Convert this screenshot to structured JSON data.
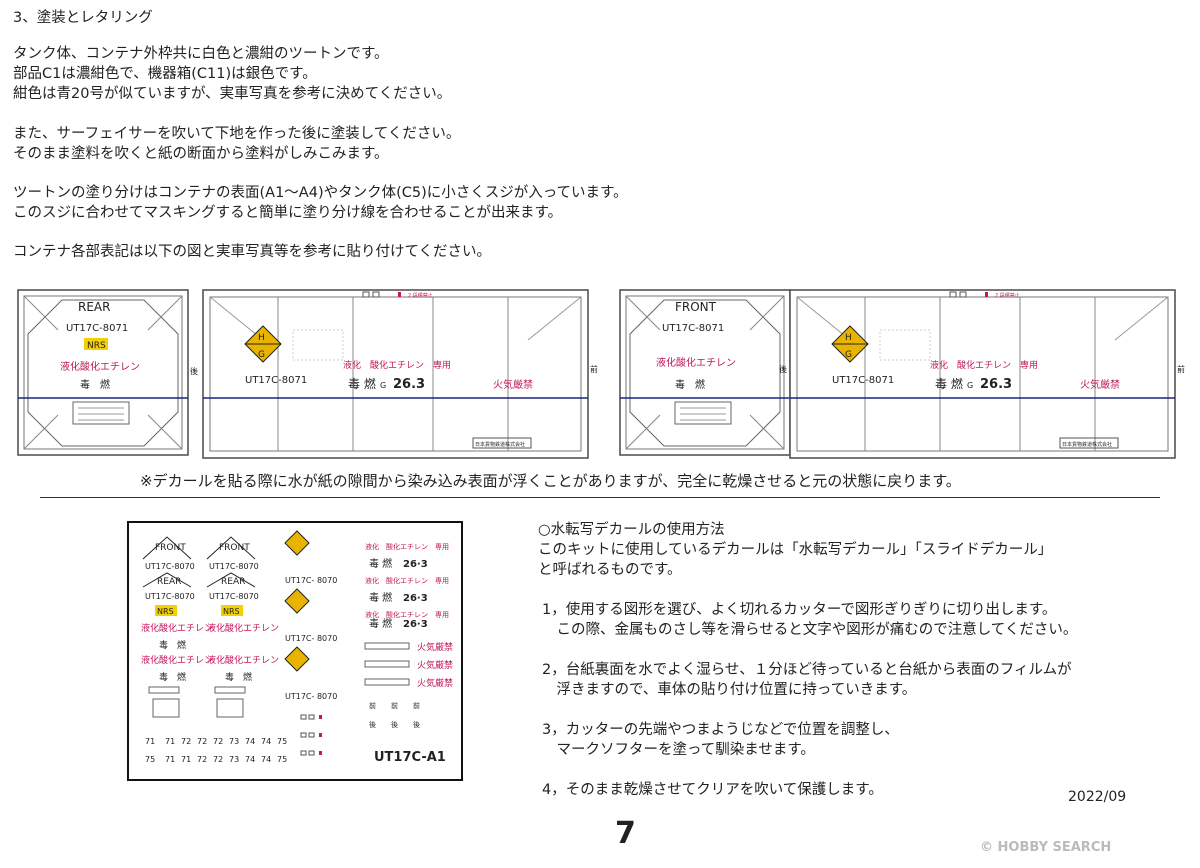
{
  "heading": "3、塗装とレタリング",
  "paragraphs": [
    "タンク体、コンテナ外枠共に白色と濃紺のツートンです。",
    "部品C1は濃紺色で、機器箱(C11)は銀色です。",
    "紺色は青20号が似ていますが、実車写真を参考に決めてください。",
    "また、サーフェイサーを吹いて下地を作った後に塗装してください。",
    "そのまま塗料を吹くと紙の断面から塗料がしみこみます。",
    "ツートンの塗り分けはコンテナの表面(A1～A4)やタンク体(C5)に小さくスジが入っています。",
    "このスジに合わせてマスキングすると簡単に塗り分け線を合わせることが出来ます。",
    "コンテナ各部表記は以下の図と実車写真等を参考に貼り付けてください。"
  ],
  "diagrams": {
    "rear_end": {
      "top_label": "REAR",
      "number": "UT17C-8071",
      "badge": "NRS",
      "cargo": "液化酸化エチレン",
      "hazard": "毒　燃"
    },
    "front_end": {
      "top_label": "FRONT",
      "number": "UT17C-8071",
      "cargo": "液化酸化エチレン",
      "hazard": "毒　燃"
    },
    "side": {
      "number": "UT17C-8071",
      "cargo": "液化　酸化エチレン　専用",
      "hazard": "毒 燃",
      "gas_mark": "G",
      "capacity": "26.3",
      "fire": "火気厳禁",
      "rear_mark": "後",
      "front_mark": "前",
      "top_tag": "2 段積禁止",
      "owner": "日本貨物鉄道株式会社",
      "placard_h": "H",
      "placard_g": "G"
    }
  },
  "note": "※デカールを貼る際に水が紙の隙間から染み込み表面が浮くことがありますが、完全に乾燥させると元の状態に戻ります。",
  "decal_sheet": {
    "front": "FRONT",
    "rear": "REAR",
    "num_a": "UT17C-8070",
    "num_b": "UT17C- 8070",
    "nrs": "NRS",
    "cargo": "液化酸化エチレン",
    "hazard": "毒　燃",
    "cargo_side": "液化　酸化エチレン　専用",
    "hazard_side": "毒 燃",
    "cap": "26·3",
    "fire": "火気厳禁",
    "mark_front": "前",
    "mark_rear": "後",
    "code": "UT17C-A1",
    "row1": [
      "71",
      "71",
      "72",
      "72",
      "72",
      "73",
      "74",
      "74",
      "75"
    ],
    "row2": [
      "75",
      "71",
      "71",
      "72",
      "72",
      "73",
      "74",
      "74",
      "75"
    ]
  },
  "instructions": {
    "title": "○水転写デカールの使用方法",
    "intro": [
      "このキットに使用しているデカールは「水転写デカール」「スライドデカール」",
      "と呼ばれるものです。"
    ],
    "steps": [
      [
        "1，使用する図形を選び、よく切れるカッターで図形ぎりぎりに切り出します。",
        "　この際、金属ものさし等を滑らせると文字や図形が痛むので注意してください。"
      ],
      [
        "2，台紙裏面を水でよく湿らせ、１分ほど待っていると台紙から表面のフィルムが",
        "　浮きますので、車体の貼り付け位置に持っていきます。"
      ],
      [
        "3，カッターの先端やつまようじなどで位置を調整し、",
        "　マークソフターを塗って馴染ませます。"
      ],
      [
        "4，そのまま乾燥させてクリアを吹いて保護します。"
      ]
    ]
  },
  "page_number": "7",
  "date": "2022/09",
  "watermark": "© HOBBY SEARCH"
}
